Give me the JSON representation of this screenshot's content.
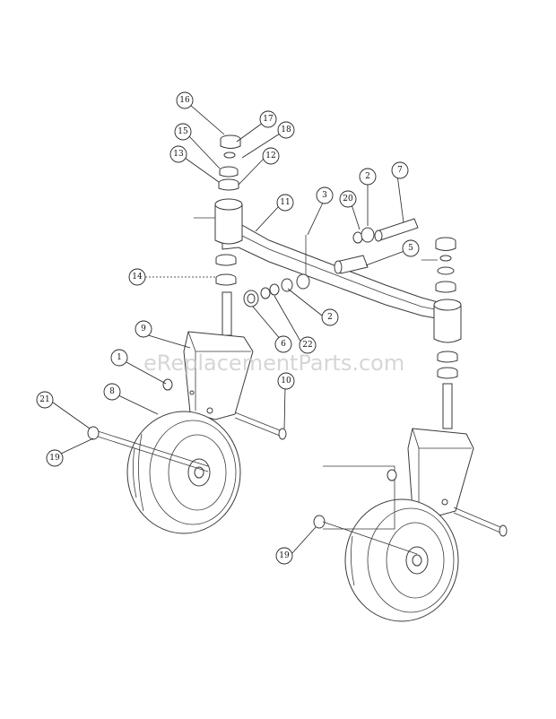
{
  "watermark": "eReplacementParts.com",
  "callouts": [
    {
      "n": "16"
    },
    {
      "n": "17"
    },
    {
      "n": "18"
    },
    {
      "n": "15"
    },
    {
      "n": "13"
    },
    {
      "n": "12"
    },
    {
      "n": "11"
    },
    {
      "n": "3"
    },
    {
      "n": "20"
    },
    {
      "n": "2"
    },
    {
      "n": "7"
    },
    {
      "n": "5"
    },
    {
      "n": "14"
    },
    {
      "n": "2"
    },
    {
      "n": "6"
    },
    {
      "n": "22"
    },
    {
      "n": "9"
    },
    {
      "n": "1"
    },
    {
      "n": "8"
    },
    {
      "n": "21"
    },
    {
      "n": "19"
    },
    {
      "n": "10"
    },
    {
      "n": "19"
    }
  ]
}
